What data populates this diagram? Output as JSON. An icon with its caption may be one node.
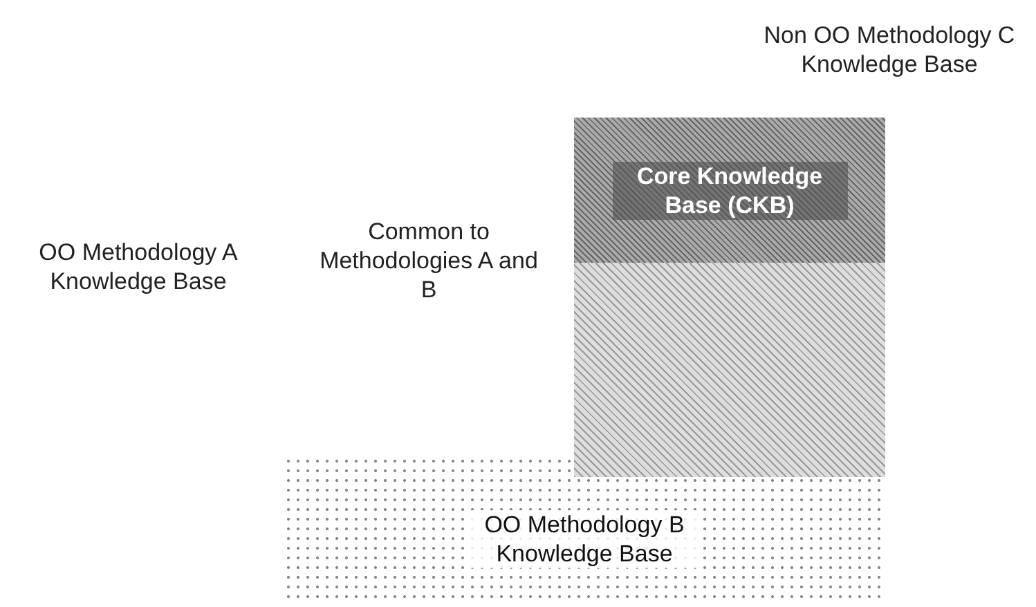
{
  "diagram": {
    "nodes": [
      {
        "text": [
          "OO Methodology B Knowledge Base"
        ]
      },
      {
        "text": [
          "Core Knowledge Base (CKB)"
        ]
      },
      {
        "text": [],
        "shape": "box"
      }
    ],
    "labels": [
      "Non OO Methodology C Knowledge Base",
      "OO Methodology A Knowledge Base",
      "Common to Methodologies A and B"
    ]
  }
}
